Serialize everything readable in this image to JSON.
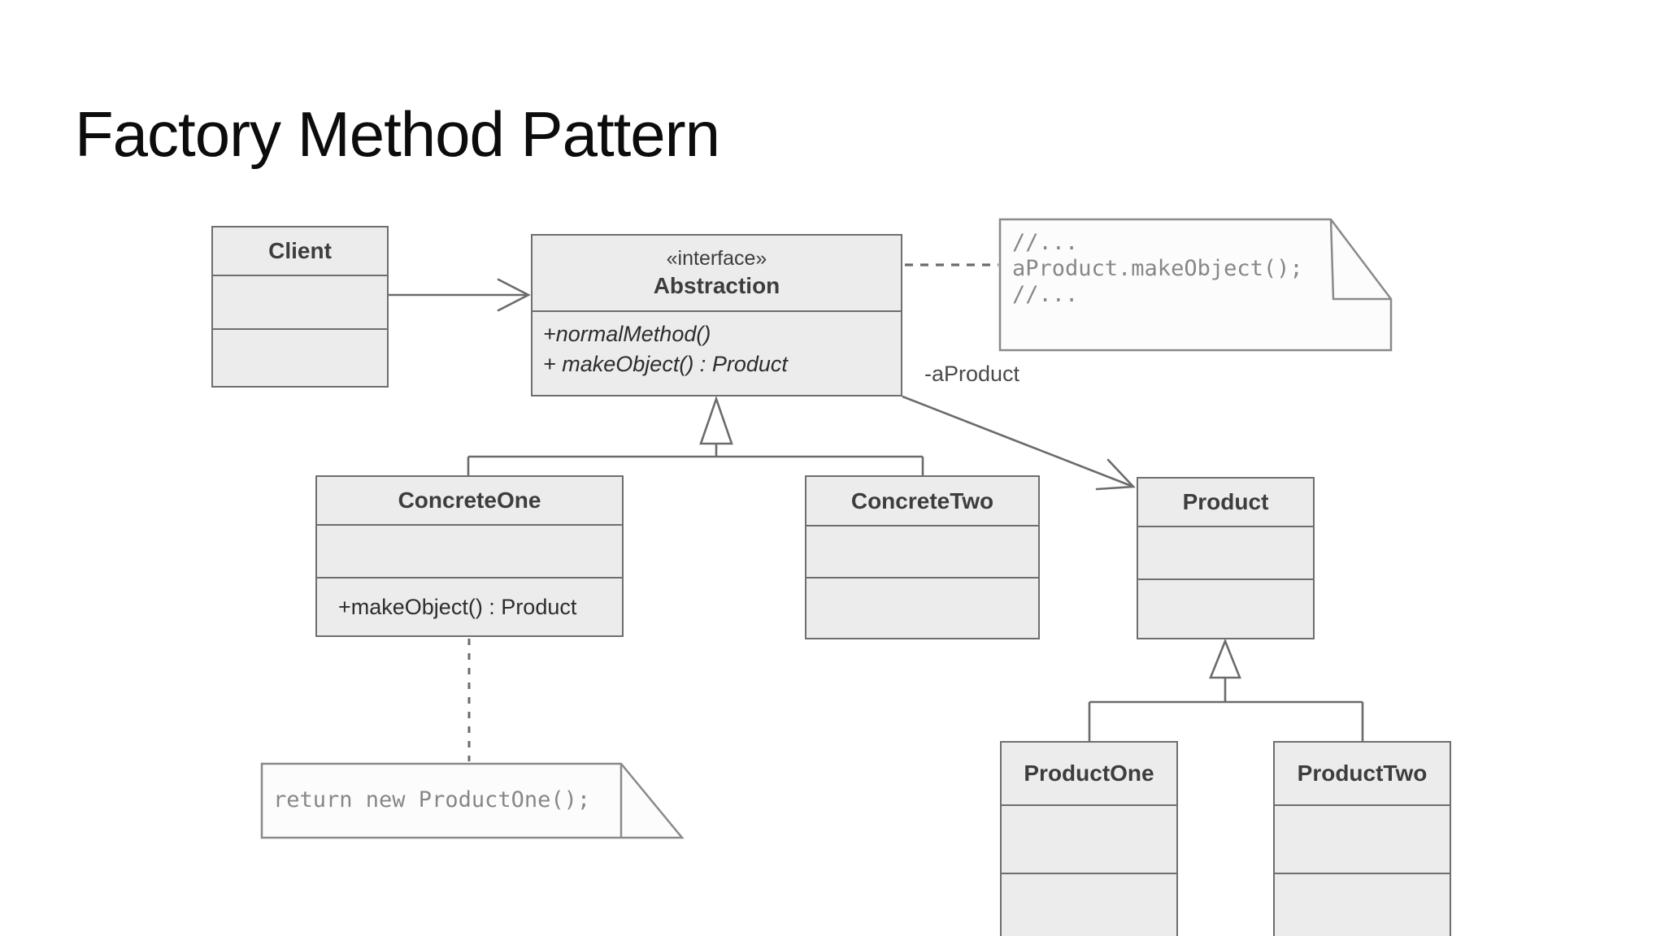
{
  "slide": {
    "title": "Factory Method Pattern"
  },
  "colors": {
    "boxFill": "#ececec",
    "boxBorder": "#6e6e6e",
    "noteFill": "#fcfcfc",
    "noteBorder": "#8a8a8a",
    "line": "#6b6b6b",
    "headerText": "#3d3d3d",
    "methodText": "#2d2d2d",
    "codeText": "#878787",
    "titleText": "#0c0c0c"
  },
  "classes": {
    "client": {
      "name": "Client"
    },
    "abstraction": {
      "stereotype": "«interface»",
      "name": "Abstraction",
      "methods": [
        "+normalMethod()",
        "+ makeObject() : Product"
      ]
    },
    "concreteOne": {
      "name": "ConcreteOne",
      "methods": [
        "+makeObject() : Product"
      ]
    },
    "concreteTwo": {
      "name": "ConcreteTwo"
    },
    "product": {
      "name": "Product"
    },
    "productOne": {
      "name": "ProductOne"
    },
    "productTwo": {
      "name": "ProductTwo"
    }
  },
  "notes": {
    "callCode": {
      "line1": "//...",
      "line2": "aProduct.makeObject();",
      "line3": "//..."
    },
    "returnCode": {
      "line1": "return new ProductOne();"
    }
  },
  "labels": {
    "aProduct": "-aProduct"
  }
}
